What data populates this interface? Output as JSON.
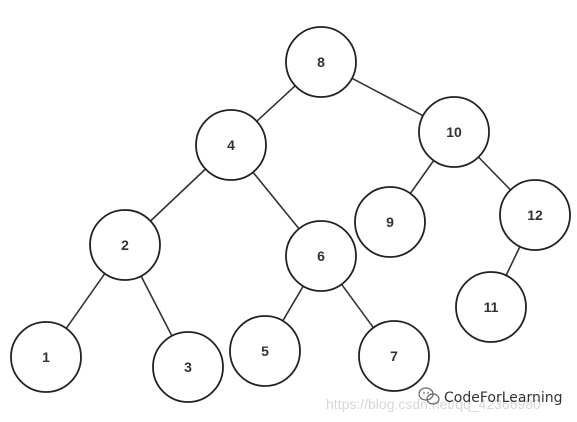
{
  "tree": {
    "nodes": [
      {
        "id": "n8",
        "label": "8"
      },
      {
        "id": "n4",
        "label": "4"
      },
      {
        "id": "n10",
        "label": "10"
      },
      {
        "id": "n2",
        "label": "2"
      },
      {
        "id": "n6",
        "label": "6"
      },
      {
        "id": "n9",
        "label": "9"
      },
      {
        "id": "n12",
        "label": "12"
      },
      {
        "id": "n1",
        "label": "1"
      },
      {
        "id": "n3",
        "label": "3"
      },
      {
        "id": "n5",
        "label": "5"
      },
      {
        "id": "n7",
        "label": "7"
      },
      {
        "id": "n11",
        "label": "11"
      }
    ],
    "edges": [
      [
        "n8",
        "n4"
      ],
      [
        "n8",
        "n10"
      ],
      [
        "n4",
        "n2"
      ],
      [
        "n4",
        "n6"
      ],
      [
        "n10",
        "n9"
      ],
      [
        "n10",
        "n12"
      ],
      [
        "n2",
        "n1"
      ],
      [
        "n2",
        "n3"
      ],
      [
        "n6",
        "n5"
      ],
      [
        "n6",
        "n7"
      ],
      [
        "n12",
        "n11"
      ]
    ]
  },
  "watermark": {
    "brand": "CodeForLearning",
    "url": "https://blog.csdn.net/qq_42366980",
    "icon": "wechat-icon"
  }
}
